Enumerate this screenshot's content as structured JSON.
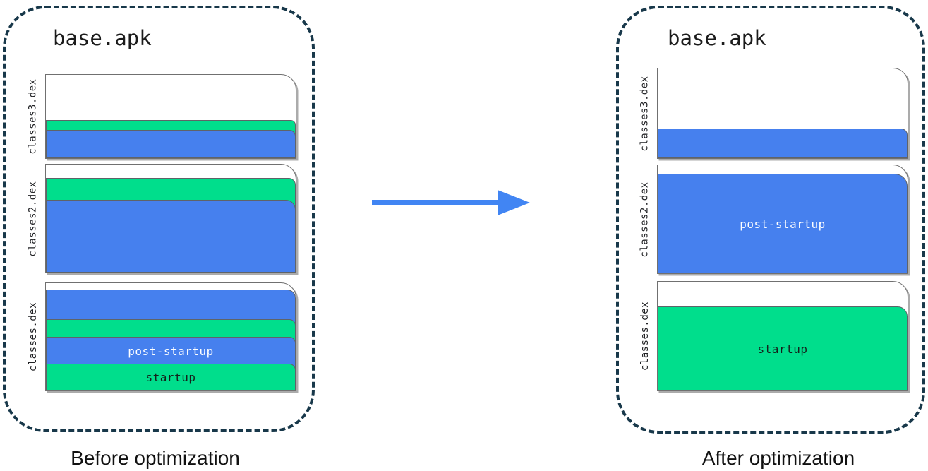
{
  "colors": {
    "startup_green": "#00DE8C",
    "post_startup_blue": "#4680EE",
    "arrow_blue": "#4185F3",
    "container_border": "#18384A",
    "page_border": "#707070",
    "band_border": "#5F6368"
  },
  "before": {
    "apk_label": "base.apk",
    "caption": "Before optimization",
    "files": [
      {
        "name": "classes3.dex",
        "bands": [
          {
            "type": "unused"
          },
          {
            "type": "startup"
          },
          {
            "type": "post-startup"
          }
        ]
      },
      {
        "name": "classes2.dex",
        "bands": [
          {
            "type": "unused"
          },
          {
            "type": "startup"
          },
          {
            "type": "post-startup"
          }
        ]
      },
      {
        "name": "classes.dex",
        "bands": [
          {
            "type": "unused"
          },
          {
            "type": "post-startup"
          },
          {
            "type": "startup"
          },
          {
            "type": "post-startup",
            "label": "post-startup"
          },
          {
            "type": "startup",
            "label": "startup"
          }
        ]
      }
    ]
  },
  "after": {
    "apk_label": "base.apk",
    "caption": "After optimization",
    "files": [
      {
        "name": "classes3.dex",
        "bands": [
          {
            "type": "unused"
          },
          {
            "type": "post-startup"
          }
        ]
      },
      {
        "name": "classes2.dex",
        "bands": [
          {
            "type": "unused"
          },
          {
            "type": "post-startup",
            "label": "post-startup"
          }
        ]
      },
      {
        "name": "classes.dex",
        "bands": [
          {
            "type": "unused"
          },
          {
            "type": "startup",
            "label": "startup"
          }
        ]
      }
    ]
  },
  "arrow": {
    "direction": "right"
  }
}
